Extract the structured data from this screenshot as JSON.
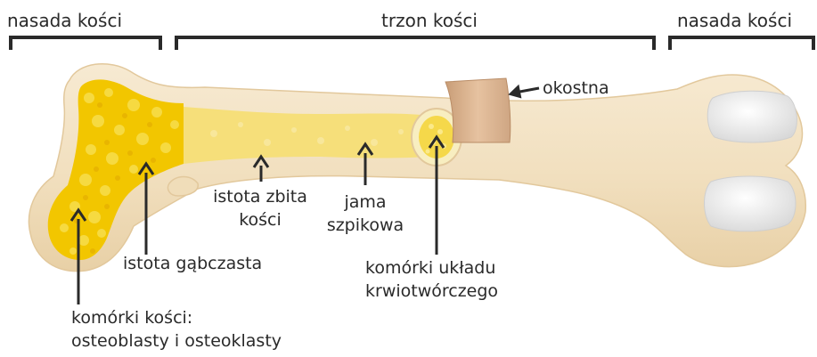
{
  "headers": {
    "left": "nasada kości",
    "center": "trzon kości",
    "right": "nasada kości"
  },
  "labels": {
    "periosteum": "okostna",
    "compact_line1": "istota zbita",
    "compact_line2": "kości",
    "cavity_line1": "jama",
    "cavity_line2": "szpikowa",
    "spongy": "istota gąbczasta",
    "cells_line1": "komórki kości:",
    "cells_line2": "osteoblasty i osteoklasty",
    "marrow_line1": "komórki układu",
    "marrow_line2": "krwiotwórczego"
  },
  "colors": {
    "bone": "#f2e2c3",
    "bone_edge": "#e2c89c",
    "spongy": "#f2c600",
    "marrow": "#f6dc4a",
    "periosteum": "#dcb48e",
    "cartilage": "#e7e7e7",
    "ink": "#2a2a2a"
  }
}
